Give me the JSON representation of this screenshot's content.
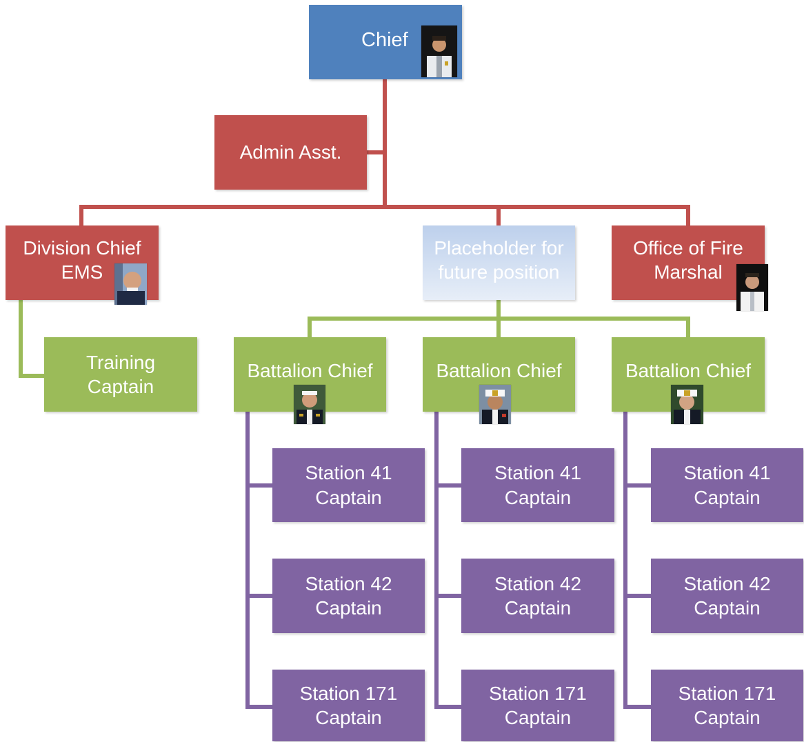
{
  "colors": {
    "chief": "#4f81bd",
    "command": "#c0504d",
    "operations": "#9bbb59",
    "stations": "#8064a2",
    "placeholder": "#c6d7ef"
  },
  "chief": {
    "label": "Chief",
    "photo": "chief-portrait-photo"
  },
  "admin": {
    "label": "Admin Asst."
  },
  "division_chief": {
    "label": "Division Chief\nEMS",
    "photo": "division-chief-portrait-photo"
  },
  "placeholder": {
    "label": "Placeholder for\nfuture position"
  },
  "fire_marshal": {
    "label": "Office of Fire\nMarshal",
    "photo": "fire-marshal-portrait-photo"
  },
  "training": {
    "label": "Training\nCaptain"
  },
  "battalions": [
    {
      "label": "Battalion Chief",
      "photo": "battalion-chief-portrait-photo",
      "stations": [
        "Station 41\nCaptain",
        "Station 42\nCaptain",
        "Station 171\nCaptain"
      ]
    },
    {
      "label": "Battalion Chief",
      "photo": "battalion-chief-portrait-photo",
      "stations": [
        "Station 41\nCaptain",
        "Station 42\nCaptain",
        "Station 171\nCaptain"
      ]
    },
    {
      "label": "Battalion Chief",
      "photo": "battalion-chief-portrait-photo",
      "stations": [
        "Station 41\nCaptain",
        "Station 42\nCaptain",
        "Station 171\nCaptain"
      ]
    }
  ]
}
